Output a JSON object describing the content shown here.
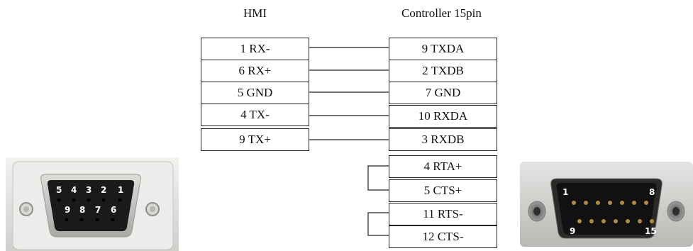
{
  "hmi_label": "HMI",
  "controller_label": "Controller 15pin",
  "hmi_pins": [
    "1 RX-",
    "6 RX+",
    "5 GND",
    "4 TX-",
    "9 TX+"
  ],
  "controller_pins": [
    "9 TXDA",
    "2 TXDB",
    "7 GND",
    "10 RXDA",
    "3 RXDB",
    "4 RTA+",
    "5 CTS+",
    "11 RTS-",
    "12 CTS-"
  ],
  "db9_connector": {
    "top_row": [
      "5",
      "4",
      "3",
      "2",
      "1"
    ],
    "bottom_row": [
      "9",
      "8",
      "7",
      "6"
    ]
  },
  "db15_connector": {
    "labels": [
      "1",
      "8",
      "9",
      "15"
    ]
  }
}
